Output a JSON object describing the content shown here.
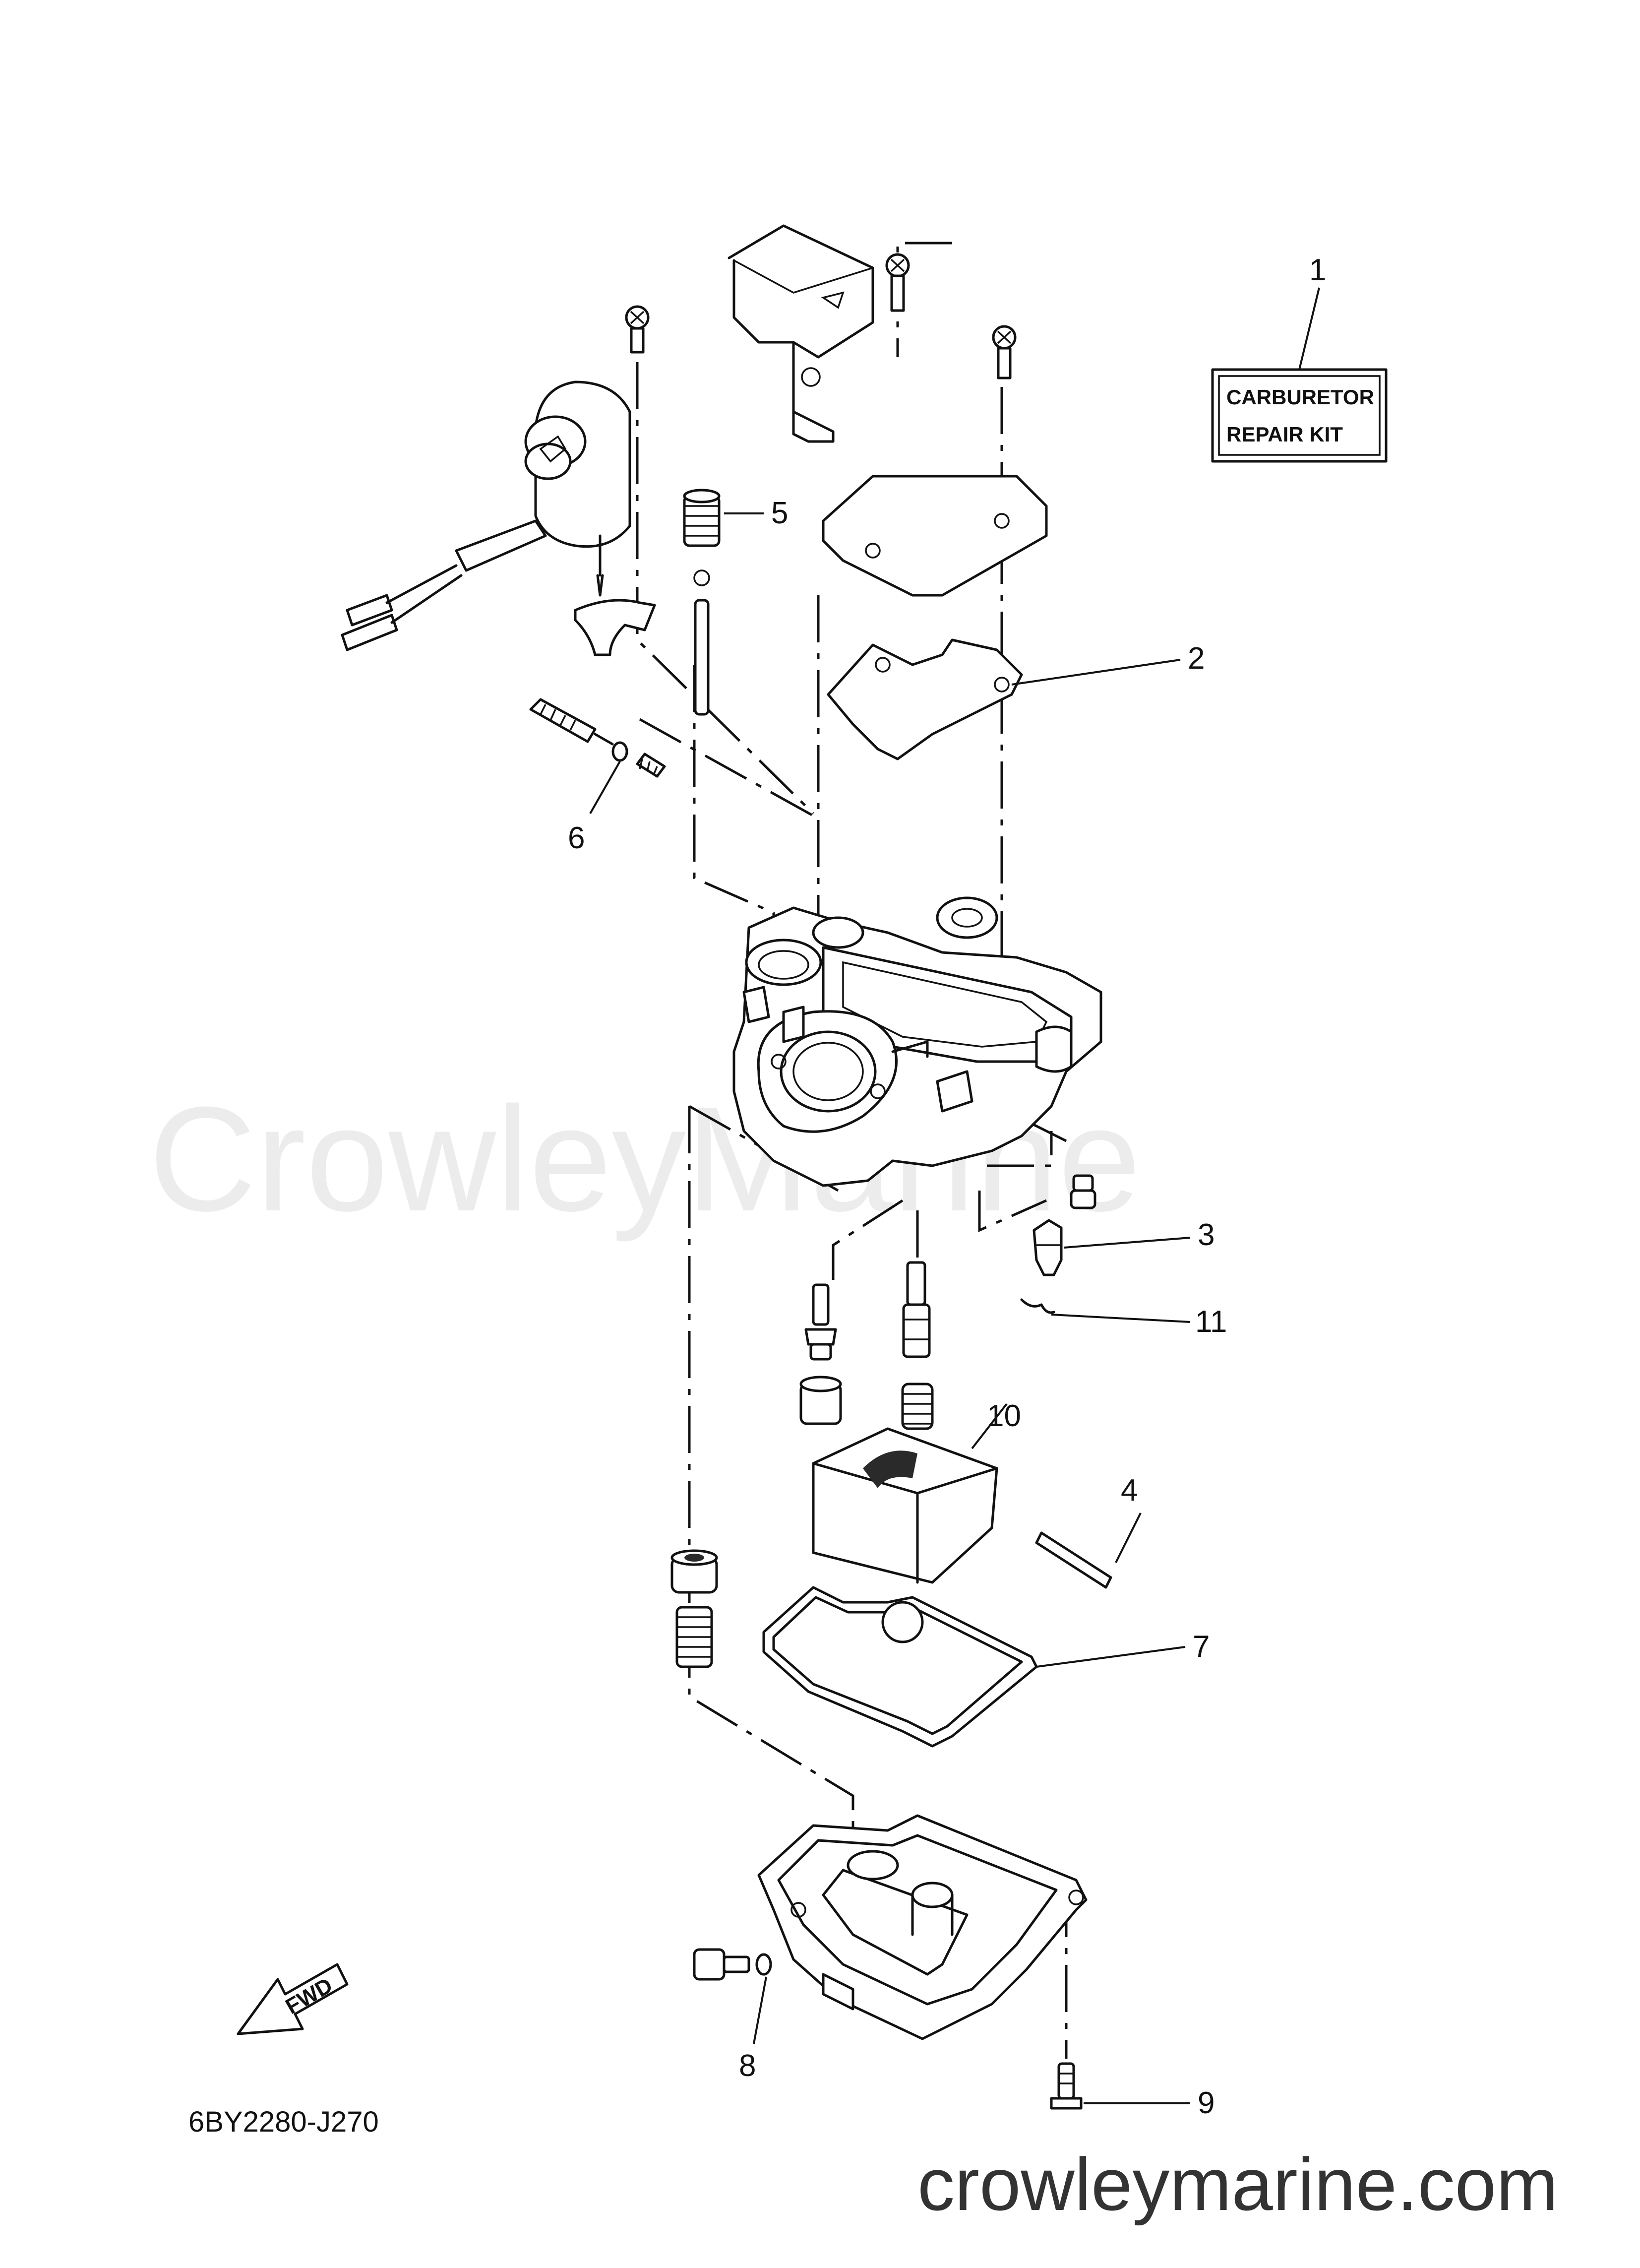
{
  "watermark": "CrowleyMarine",
  "website": "crowleymarine.com",
  "diagram_code": "6BY2280-J270",
  "fwd_label": "FWD",
  "repair_kit": {
    "line1": "CARBURETOR",
    "line2": "REPAIR  KIT"
  },
  "callouts": [
    {
      "id": "1",
      "text": "1"
    },
    {
      "id": "2",
      "text": "2"
    },
    {
      "id": "3",
      "text": "3"
    },
    {
      "id": "4",
      "text": "4"
    },
    {
      "id": "5",
      "text": "5"
    },
    {
      "id": "6",
      "text": "6"
    },
    {
      "id": "7",
      "text": "7"
    },
    {
      "id": "8",
      "text": "8"
    },
    {
      "id": "9",
      "text": "9"
    },
    {
      "id": "10",
      "text": "10"
    },
    {
      "id": "11",
      "text": "11"
    }
  ],
  "colors": {
    "ink": "#111111",
    "watermark": "#ececec",
    "background": "#ffffff"
  }
}
